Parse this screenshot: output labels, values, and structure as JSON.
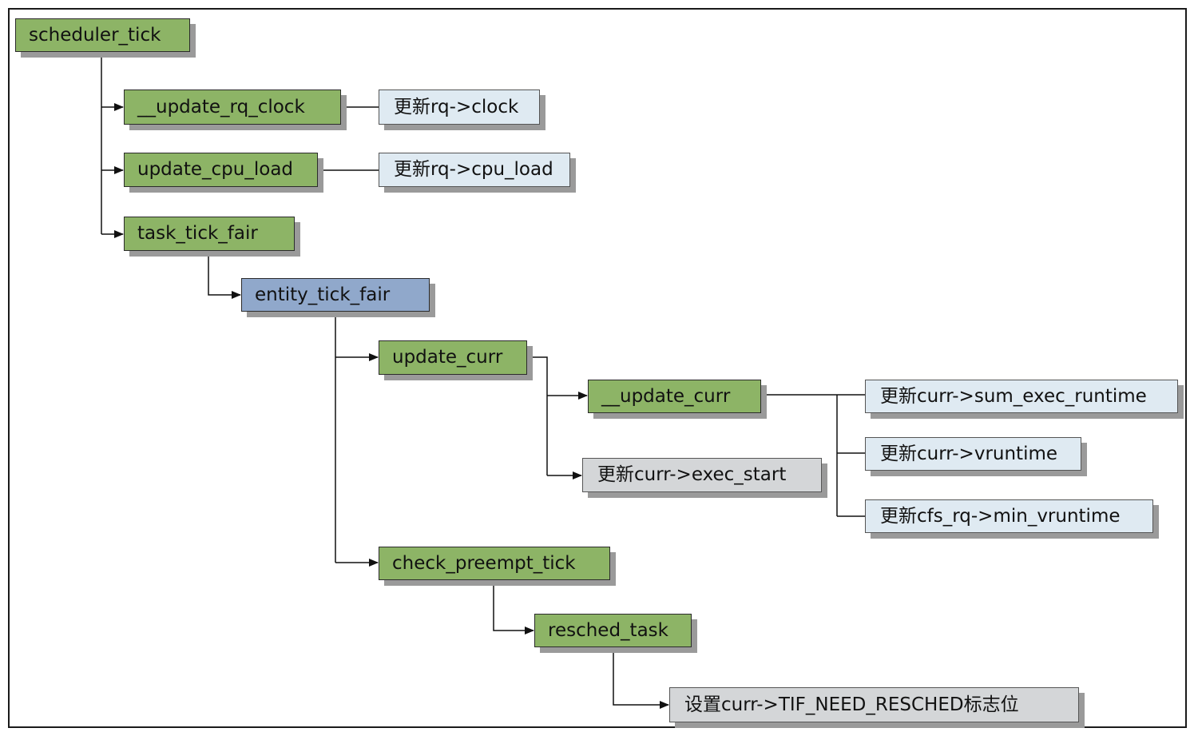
{
  "colors": {
    "function_box": "#8db466",
    "highlight_box": "#90a8cb",
    "note_box": "#dfeaf2",
    "action_box": "#d4d6d8",
    "line": "#111111",
    "shadow": "#9a9a9a"
  },
  "nodes": {
    "scheduler_tick": "scheduler_tick",
    "update_rq_clock": "__update_rq_clock",
    "update_rq_clock_note": "更新rq->clock",
    "update_cpu_load": "update_cpu_load",
    "update_cpu_load_note": "更新rq->cpu_load",
    "task_tick_fair": "task_tick_fair",
    "entity_tick_fair": "entity_tick_fair",
    "update_curr": "update_curr",
    "inner_update_curr": "__update_curr",
    "exec_start_note": "更新curr->exec_start",
    "sum_exec_runtime_note": "更新curr->sum_exec_runtime",
    "vruntime_note": "更新curr->vruntime",
    "min_vruntime_note": "更新cfs_rq->min_vruntime",
    "check_preempt_tick": "check_preempt_tick",
    "resched_task": "resched_task",
    "need_resched_note": "设置curr->TIF_NEED_RESCHED标志位"
  }
}
